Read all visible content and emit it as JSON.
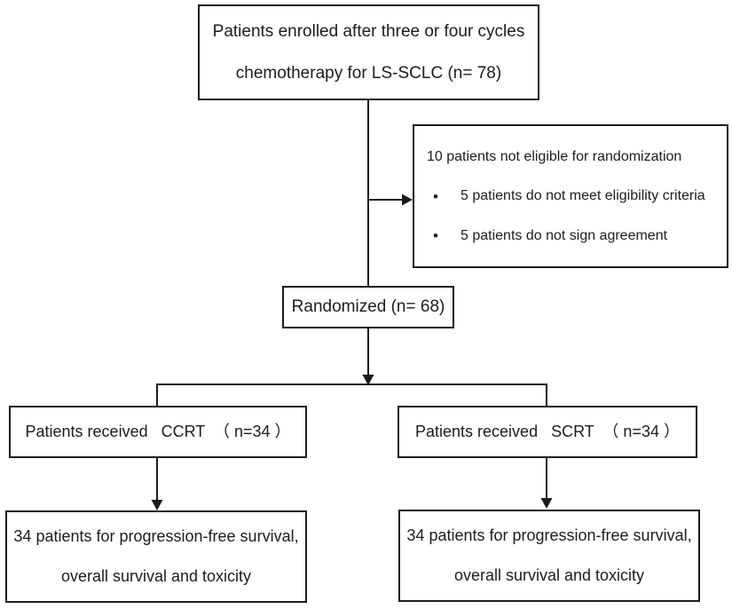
{
  "diagram": {
    "background": "#ffffff",
    "line_color": "#1c1c1c",
    "bullet_glyph": "•",
    "enrolled": {
      "line1": "Patients enrolled after three or four cycles",
      "line2": "chemotherapy for LS-SCLC (n= 78)"
    },
    "exclusion": {
      "header": "10 patients not eligible for randomization",
      "bullets": [
        "5 patients do not meet eligibility criteria",
        "5 patients do not sign agreement"
      ]
    },
    "randomized": {
      "label": "Randomized (n= 68)"
    },
    "ccrt": {
      "label": "Patients received   CCRT  （ n=34 ）"
    },
    "scrt": {
      "label": "Patients received   SCRT  （ n=34 ）"
    },
    "ccrt_outcome": {
      "line1": "34 patients for progression-free survival,",
      "line2": "overall survival and toxicity"
    },
    "scrt_outcome": {
      "line1": "34 patients for progression-free survival,",
      "line2": "overall survival and toxicity"
    }
  }
}
